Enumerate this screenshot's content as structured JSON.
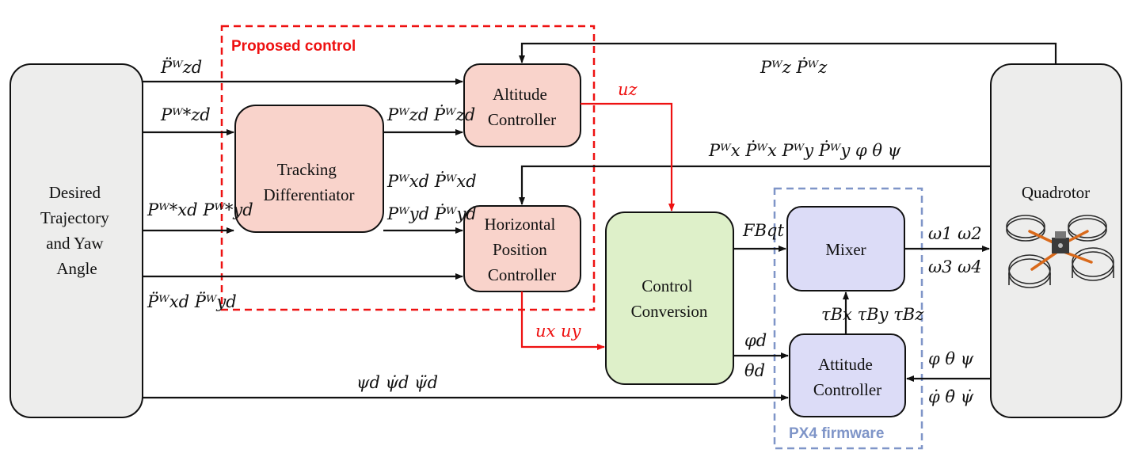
{
  "blocks": {
    "desired": [
      "Desired",
      "Trajectory",
      "and Yaw",
      "Angle"
    ],
    "quadrotor": "Quadrotor",
    "tracking": [
      "Tracking",
      "Differentiator"
    ],
    "altitude": [
      "Altitude",
      "Controller"
    ],
    "horizontal": [
      "Horizontal",
      "Position",
      "Controller"
    ],
    "conversion": [
      "Control",
      "Conversion"
    ],
    "mixer": "Mixer",
    "attitude": [
      "Attitude",
      "Controller"
    ]
  },
  "regions": {
    "proposed": "Proposed control",
    "px4": "PX4 firmware"
  },
  "signals": {
    "p_zd_ddot": "P̈ᵂzd",
    "p_zd_star": "Pᵂ*zd",
    "p_xyd_star": "Pᵂ*xd Pᵂ*yd",
    "p_xyd_ddot": "P̈ᵂxd P̈ᵂyd",
    "td_z_out": "Pᵂzd Ṗᵂzd",
    "td_x_out": "Pᵂxd Ṗᵂxd",
    "td_y_out": "Pᵂyd Ṗᵂyd",
    "z_feedback": "Pᵂz Ṗᵂz",
    "xy_feedback": "Pᵂx Ṗᵂx Pᵂy Ṗᵂy φ θ ψ",
    "u_z": "uz",
    "u_xy": "ux uy",
    "psi_cmd": "ψd ψ̇d ψ̈d",
    "f_qt": "FBqt",
    "phi_d": "φd",
    "theta_d": "θd",
    "tau": "τBx τBy τBz",
    "omega_12": "ω1 ω2",
    "omega_34": "ω3 ω4",
    "att": "φ θ ψ",
    "att_rate": "φ̇ θ̇ ψ̇"
  },
  "colors": {
    "red": "#ee1111",
    "blue_dash": "#7f95c8",
    "gray_fill": "#ededec",
    "pink_fill": "#f9d3cb",
    "green_fill": "#def0c9",
    "lavender_fill": "#dcdcf7"
  }
}
